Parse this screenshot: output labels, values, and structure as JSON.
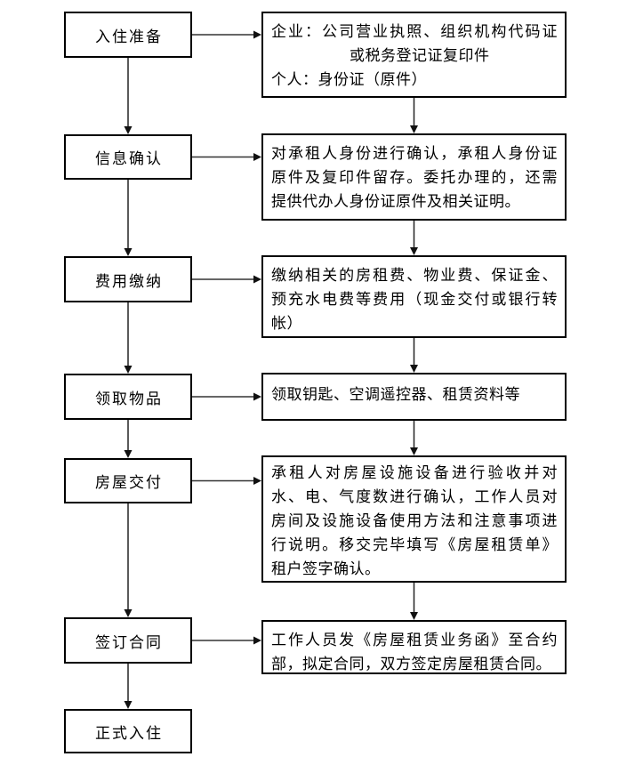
{
  "flowchart": {
    "title_implicit": "房屋入住流程",
    "artifact_mark": "↵",
    "colors": {
      "border": "#000000",
      "background": "#ffffff",
      "text": "#000000",
      "line": "#222222"
    },
    "steps": [
      {
        "label": "入住准备",
        "lines": [
          "企业：公司营业执照、组织机构代码证",
          "或税务登记证复印件",
          "个人：身份证（原件）"
        ]
      },
      {
        "label": "信息确认",
        "lines": [
          "对承租人身份进行确认，承租人身份证",
          "原件及复印件留存。委托办理的，还需",
          "提供代办人身份证原件及相关证明。"
        ]
      },
      {
        "label": "费用缴纳",
        "lines": [
          "缴纳相关的房租费、物业费、保证金、",
          "预充水电费等费用（现金交付或银行转",
          "帐）"
        ]
      },
      {
        "label": "领取物品",
        "lines": [
          "领取钥匙、空调遥控器、租赁资料等"
        ]
      },
      {
        "label": "房屋交付",
        "lines": [
          "承租人对房屋设施设备进行验收并对",
          "水、电、气度数进行确认，工作人员对",
          "房间及设施设备使用方法和注意事项进",
          "行说明。移交完毕填写《房屋租赁单》",
          "租户签字确认。"
        ]
      },
      {
        "label": "签订合同",
        "lines": [
          "工作人员发《房屋租赁业务函》至合约",
          "部，拟定合同，双方签定房屋租赁合同。"
        ]
      },
      {
        "label": "正式入住",
        "lines": []
      }
    ]
  }
}
